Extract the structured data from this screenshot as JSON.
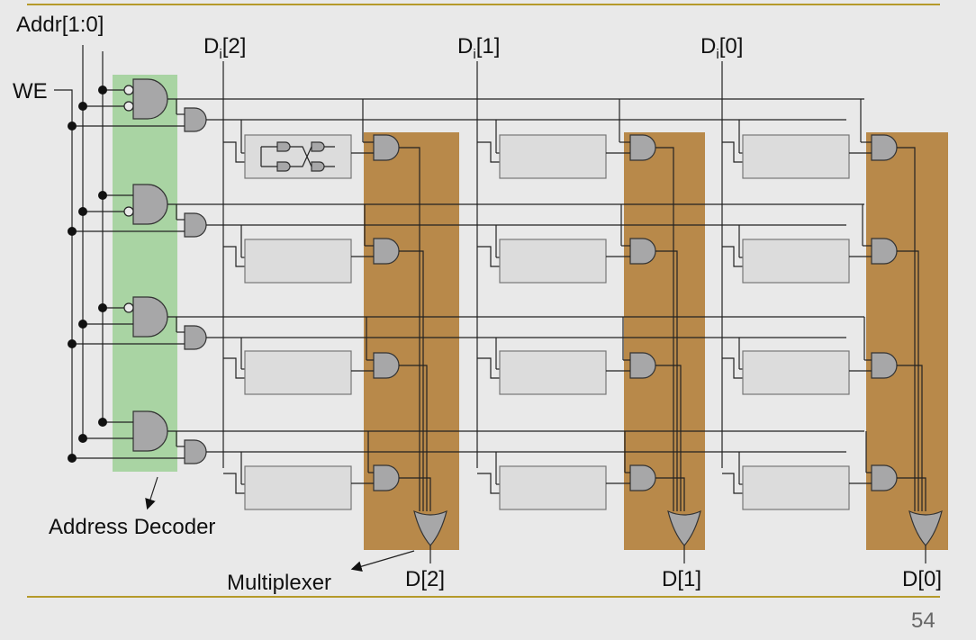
{
  "labels": {
    "addr": "Addr[1:0]",
    "we": "WE",
    "di2": {
      "base": "D",
      "sub": "i",
      "rest": "[2]"
    },
    "di1": {
      "base": "D",
      "sub": "i",
      "rest": "[1]"
    },
    "di0": {
      "base": "D",
      "sub": "i",
      "rest": "[0]"
    },
    "address_decoder": "Address Decoder",
    "multiplexer": "Multiplexer",
    "d2": "D[2]",
    "d1": "D[1]",
    "d0": "D[0]"
  },
  "page_number": "54",
  "colors": {
    "decoder_highlight": "#a9d4a3",
    "mux_highlight": "#b8894a",
    "rule": "#b59a2a",
    "background": "#e9e9e9"
  },
  "icons": [
    "and-gate-icon",
    "or-gate-icon",
    "register-cell-icon",
    "latch-icon",
    "inverter-bubble-icon",
    "pointer-arrow-icon"
  ]
}
